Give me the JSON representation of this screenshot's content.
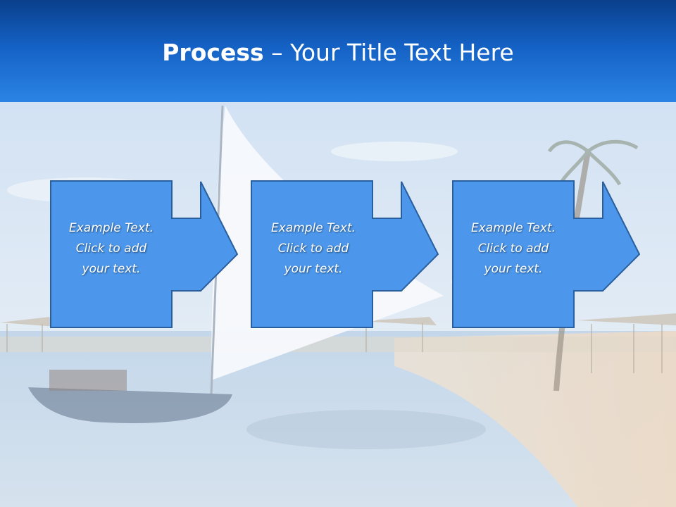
{
  "slide": {
    "title_bold": "Process",
    "title_rest": " – Your Title Text Here"
  },
  "steps": [
    {
      "line1": "Example Text.",
      "line2": "Click  to add",
      "line3": "your text."
    },
    {
      "line1": "Example Text.",
      "line2": "Click  to add",
      "line3": "your text."
    },
    {
      "line1": "Example Text.",
      "line2": "Click  to add",
      "line3": "your text."
    }
  ],
  "colors": {
    "header_top": "#0a3f8c",
    "header_bottom": "#2b84e4",
    "box_fill": "#4c97ec",
    "box_border": "#2a5f9e",
    "text": "#ffffff"
  },
  "icons": {
    "arrow": "right-arrow-icon"
  }
}
